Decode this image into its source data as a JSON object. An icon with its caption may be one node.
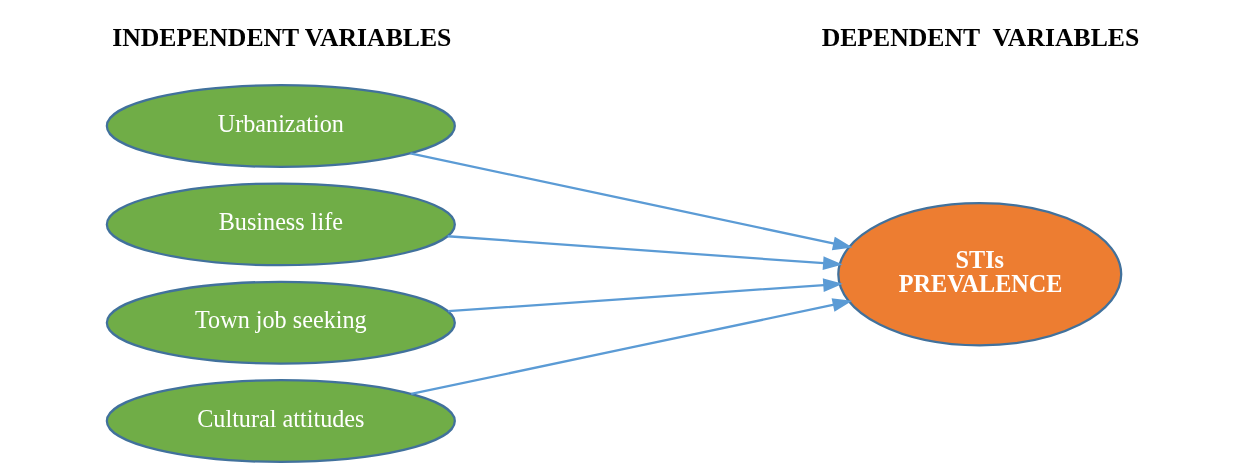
{
  "diagram": {
    "nodes": [
      {
        "text": [
          "Urbanization"
        ]
      },
      {
        "text": [
          "Business life"
        ]
      },
      {
        "text": [
          "Town job seeking"
        ]
      },
      {
        "text": [
          "Cultural attitudes"
        ]
      },
      {
        "text": [
          "STIs PREVALENCE"
        ]
      }
    ],
    "edges": [
      {
        "from": 0,
        "to": 4,
        "arrow": "to"
      },
      {
        "from": 1,
        "to": 4,
        "arrow": "to"
      },
      {
        "from": 2,
        "to": 4,
        "arrow": "to"
      },
      {
        "from": 3,
        "to": 4,
        "arrow": "to"
      }
    ],
    "labels": [
      "INDEPENDENT VARIABLES",
      "DEPENDENT  VARIABLES"
    ]
  }
}
